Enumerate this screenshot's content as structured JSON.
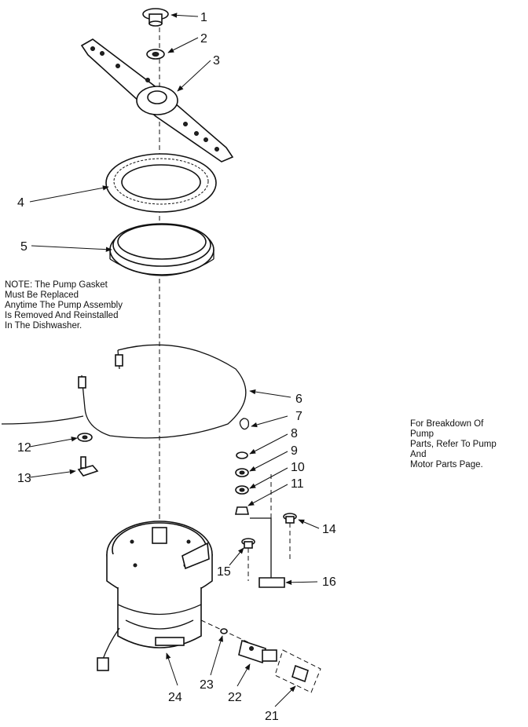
{
  "callouts": [
    "1",
    "2",
    "3",
    "4",
    "5",
    "6",
    "7",
    "8",
    "9",
    "10",
    "11",
    "12",
    "13",
    "14",
    "15",
    "16",
    "21",
    "22",
    "23",
    "24"
  ],
  "note_left": {
    "lines": [
      "NOTE: The Pump Gasket",
      "Must Be Replaced",
      "Anytime The Pump Assembly",
      "Is Removed And Reinstalled",
      "In The Dishwasher."
    ]
  },
  "note_right": {
    "lines": [
      "For Breakdown Of",
      "Pump",
      "Parts, Refer To Pump",
      "And",
      "Motor Parts Page."
    ]
  }
}
